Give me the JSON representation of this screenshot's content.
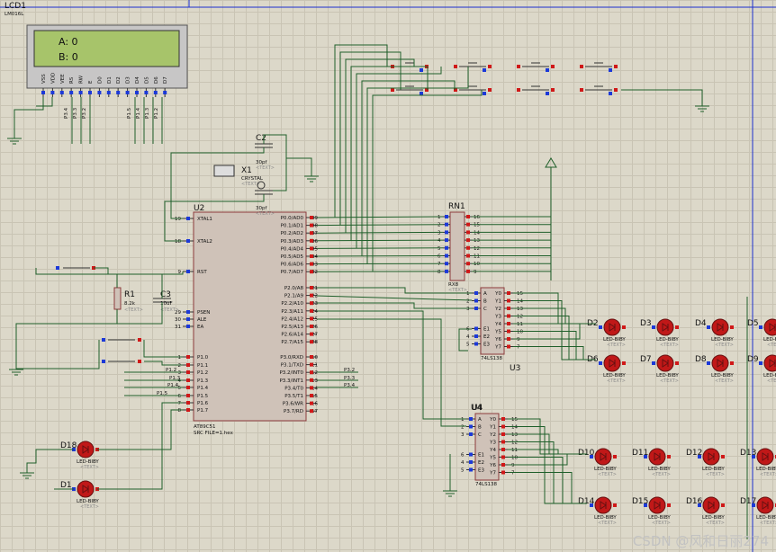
{
  "lcd": {
    "ref": "LCD1",
    "part": "LM016L",
    "line1": "A: 0",
    "line2": "B: 0",
    "text_tag": "<TEXT>",
    "pins": [
      "VSS",
      "VDD",
      "VEE",
      "RS",
      "RW",
      "E",
      "D0",
      "D1",
      "D2",
      "D3",
      "D4",
      "D5",
      "D6",
      "D7"
    ],
    "port_labels": [
      "P3.4",
      "P3.3",
      "P3.2",
      "P1.5",
      "P1.4",
      "P1.3",
      "P1.2"
    ]
  },
  "mcu": {
    "ref": "U2",
    "part": "AT89C51",
    "src": "SRC FILE=1.hex",
    "left_pins": [
      [
        "19",
        "XTAL1"
      ],
      [
        "18",
        "XTAL2"
      ],
      [
        "9",
        "RST"
      ],
      [
        "29",
        "PSEN"
      ],
      [
        "30",
        "ALE"
      ],
      [
        "31",
        "EA"
      ],
      [
        "1",
        "P1.0"
      ],
      [
        "2",
        "P1.1"
      ],
      [
        "3",
        "P1.2"
      ],
      [
        "4",
        "P1.3"
      ],
      [
        "5",
        "P1.4"
      ],
      [
        "6",
        "P1.5"
      ],
      [
        "7",
        "P1.6"
      ],
      [
        "8",
        "P1.7"
      ]
    ],
    "right_pins": [
      [
        "39",
        "P0.0/AD0"
      ],
      [
        "38",
        "P0.1/AD1"
      ],
      [
        "37",
        "P0.2/AD2"
      ],
      [
        "36",
        "P0.3/AD3"
      ],
      [
        "35",
        "P0.4/AD4"
      ],
      [
        "34",
        "P0.5/AD5"
      ],
      [
        "33",
        "P0.6/AD6"
      ],
      [
        "32",
        "P0.7/AD7"
      ],
      [
        "21",
        "P2.0/A8"
      ],
      [
        "22",
        "P2.1/A9"
      ],
      [
        "23",
        "P2.2/A10"
      ],
      [
        "24",
        "P2.3/A11"
      ],
      [
        "25",
        "P2.4/A12"
      ],
      [
        "26",
        "P2.5/A13"
      ],
      [
        "27",
        "P2.6/A14"
      ],
      [
        "28",
        "P2.7/A15"
      ],
      [
        "10",
        "P3.0/RXD"
      ],
      [
        "11",
        "P3.1/TXD"
      ],
      [
        "12",
        "P3.2/INT0"
      ],
      [
        "13",
        "P3.3/INT1"
      ],
      [
        "14",
        "P3.4/T0"
      ],
      [
        "15",
        "P3.5/T1"
      ],
      [
        "16",
        "P3.6/WR"
      ],
      [
        "17",
        "P3.7/RD"
      ]
    ],
    "p1_net_labels": [
      "P1.2",
      "P1.3",
      "P1.4",
      "P1.5"
    ],
    "p3_net_labels": [
      "P3.2",
      "P3.3",
      "P3.4"
    ]
  },
  "crystal": {
    "ref": "X1",
    "part": "CRYSTAL",
    "text_tag": "<TEXT>"
  },
  "c2": {
    "ref": "C2",
    "value": "30pf",
    "text_tag": "<TEXT>"
  },
  "c1": {
    "value": "30pf",
    "text_tag": "<TEXT>"
  },
  "c3": {
    "ref": "C3",
    "value": "10uF",
    "text_tag": "<TEXT>"
  },
  "r1": {
    "ref": "R1",
    "value": "8.2k",
    "text_tag": "<TEXT>"
  },
  "rn1": {
    "ref": "RN1",
    "part": "RX8",
    "text_tag": "<TEXT>",
    "left": [
      "1",
      "2",
      "3",
      "4",
      "5",
      "6",
      "7",
      "8"
    ],
    "right": [
      "16",
      "15",
      "14",
      "13",
      "12",
      "11",
      "10",
      "9"
    ]
  },
  "u3": {
    "ref": "U3",
    "part": "74LS138",
    "inputs": [
      [
        "1",
        "A"
      ],
      [
        "2",
        "B"
      ],
      [
        "3",
        "C"
      ],
      [
        "6",
        "E1"
      ],
      [
        "4",
        "E2"
      ],
      [
        "5",
        "E3"
      ]
    ],
    "outputs": [
      [
        "15",
        "Y0"
      ],
      [
        "14",
        "Y1"
      ],
      [
        "13",
        "Y2"
      ],
      [
        "12",
        "Y3"
      ],
      [
        "11",
        "Y4"
      ],
      [
        "10",
        "Y5"
      ],
      [
        "9",
        "Y6"
      ],
      [
        "7",
        "Y7"
      ]
    ]
  },
  "u4": {
    "ref": "U4",
    "part": "74LS138",
    "inputs": [
      [
        "1",
        "A"
      ],
      [
        "2",
        "B"
      ],
      [
        "3",
        "C"
      ],
      [
        "6",
        "E1"
      ],
      [
        "4",
        "E2"
      ],
      [
        "5",
        "E3"
      ]
    ],
    "outputs": [
      [
        "15",
        "Y0"
      ],
      [
        "14",
        "Y1"
      ],
      [
        "13",
        "Y2"
      ],
      [
        "12",
        "Y3"
      ],
      [
        "11",
        "Y4"
      ],
      [
        "10",
        "Y5"
      ],
      [
        "9",
        "Y6"
      ],
      [
        "7",
        "Y7"
      ]
    ]
  },
  "led_part": "LED-BIBY",
  "led_text_tag": "<TEXT>",
  "leds": [
    "D2",
    "D3",
    "D4",
    "D5",
    "D6",
    "D7",
    "D8",
    "D9",
    "D10",
    "D11",
    "D12",
    "D13",
    "D14",
    "D15",
    "D16",
    "D17",
    "D18",
    "D1"
  ],
  "watermark": "CSDN @风和日丽274",
  "colors": {
    "wire": "#1f5f2a",
    "body": "#cfc2b8",
    "body_stroke": "#8c3b3b",
    "pin_red": "#d01818",
    "pin_blue": "#1c39d8",
    "led_red": "#c01818",
    "lcd_green": "#a7c46a"
  }
}
